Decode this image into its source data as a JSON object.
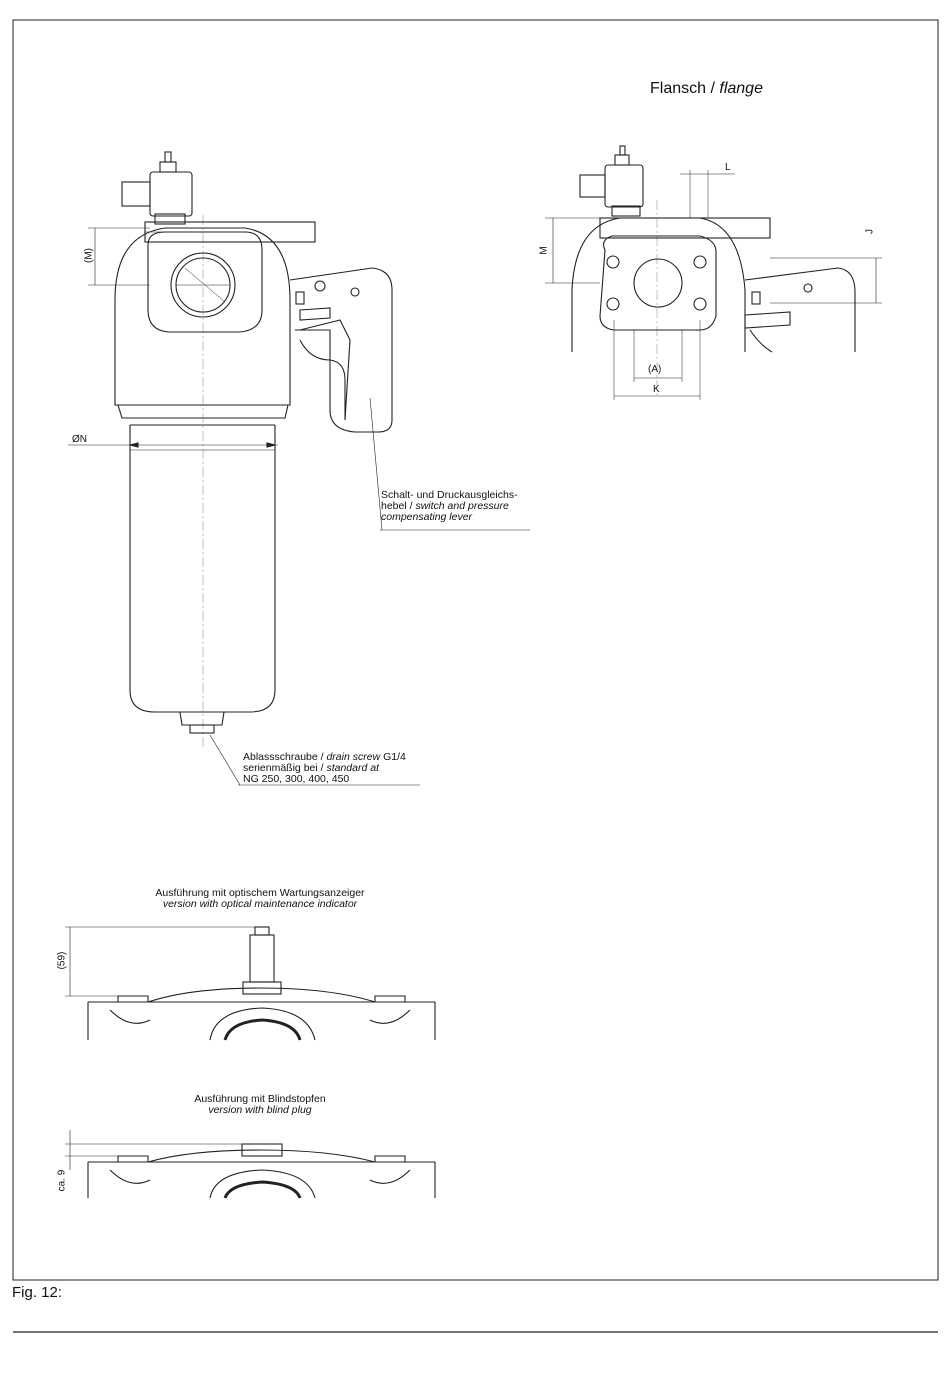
{
  "flange_title": {
    "de": "Flansch",
    "sep": " / ",
    "en": "flange"
  },
  "figure_caption": "Fig. 12:",
  "lever_label": {
    "line1": "Schalt- und Druckausgleichs-",
    "line2_de": "hebel / ",
    "line2_en": "switch and pressure",
    "line3_en": "compensating lever"
  },
  "drain_label": {
    "line1_de": "Ablassschraube / ",
    "line1_en": "drain screw",
    "line1_size": " G1/4",
    "line2_de": "serienmäßig bei / ",
    "line2_en": "standard at",
    "line3": "NG 250, 300, 400, 450"
  },
  "optical_indicator": {
    "title_de": "Ausführung mit optischem Wartungsanzeiger",
    "title_en": "version with optical maintenance indicator",
    "dimension": "(59)"
  },
  "blind_plug": {
    "title_de": "Ausführung mit Blindstopfen",
    "title_en": "version with blind plug",
    "dimension": "ca. 9"
  },
  "dimensions": {
    "M_paren": "(M)",
    "N": "ØN",
    "L": "L",
    "J": "J",
    "M": "M",
    "A": "(A)",
    "K": "K"
  }
}
